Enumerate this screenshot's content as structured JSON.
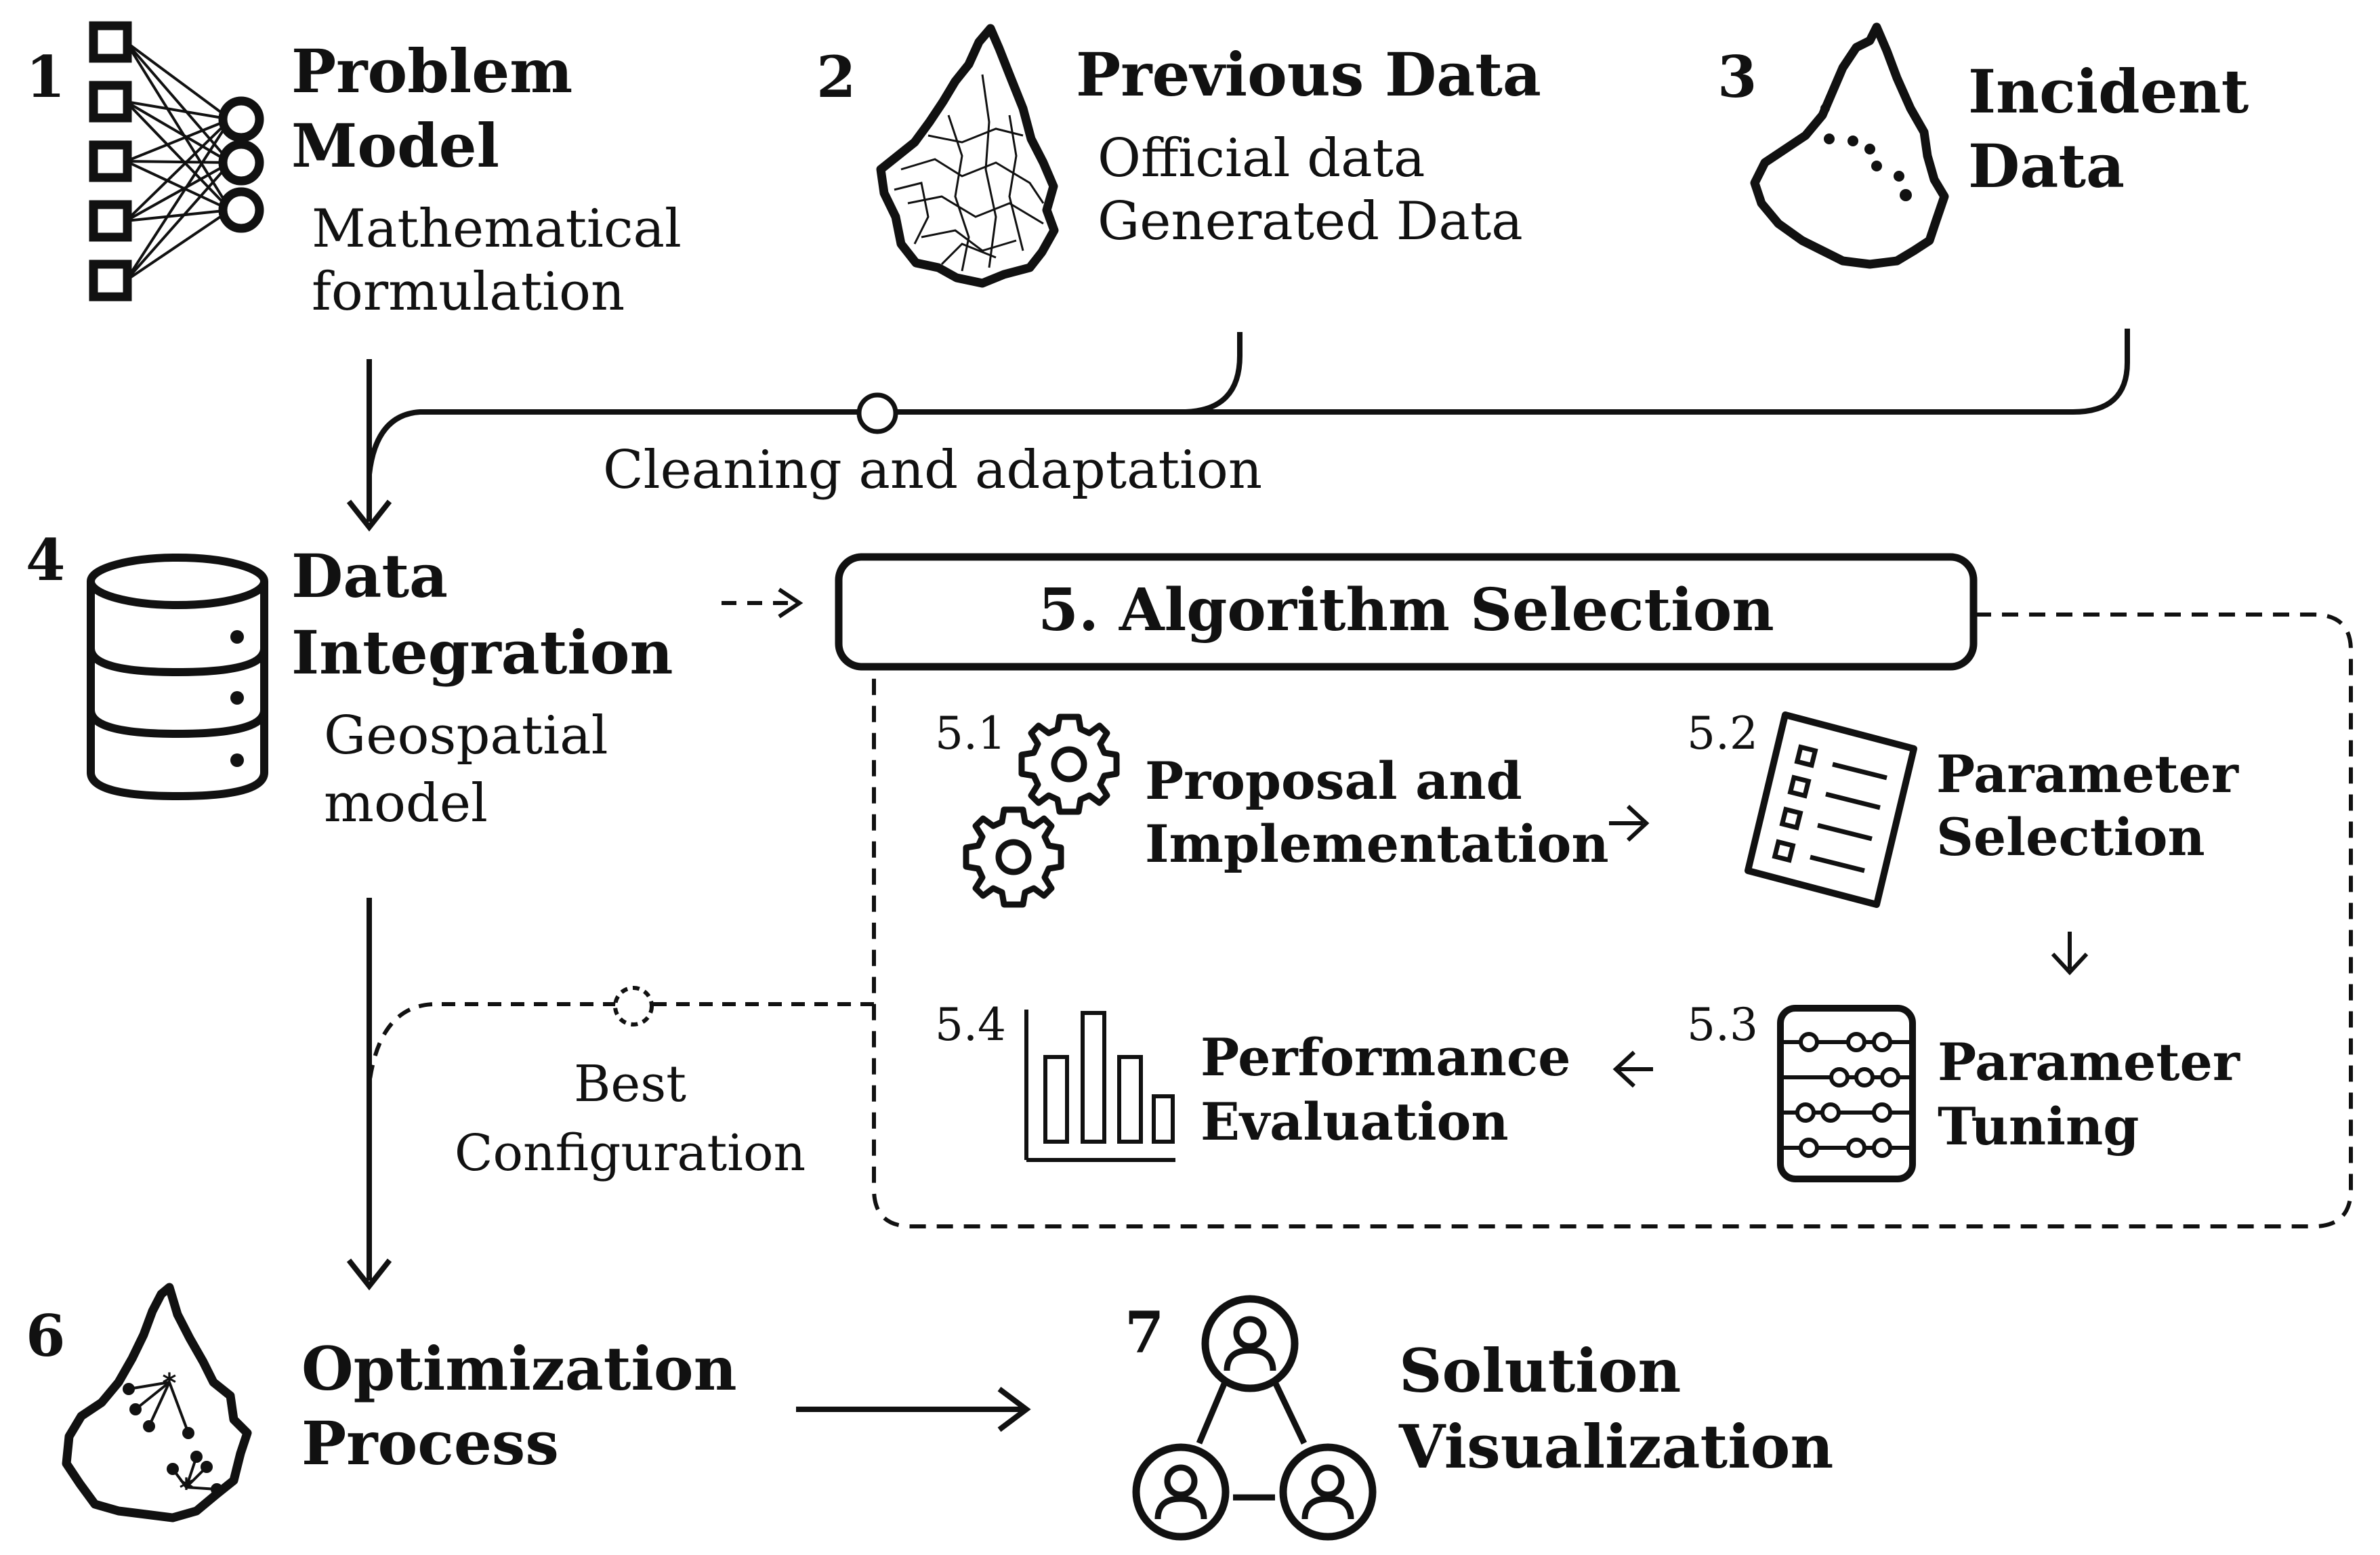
{
  "steps": {
    "s1": {
      "num": "1",
      "title_l1": "Problem",
      "title_l2": "Model",
      "sub_l1": "Mathematical",
      "sub_l2": "formulation"
    },
    "s2": {
      "num": "2",
      "title": "Previous Data",
      "sub_l1": "Official data",
      "sub_l2": "Generated Data"
    },
    "s3": {
      "num": "3",
      "title_l1": "Incident",
      "title_l2": "Data"
    },
    "s4": {
      "num": "4",
      "title_l1": "Data",
      "title_l2": "Integration",
      "sub_l1": "Geospatial",
      "sub_l2": "model"
    },
    "s5": {
      "title": "5. Algorithm Selection",
      "sub": [
        {
          "num": "5.1",
          "l1": "Proposal and",
          "l2": "Implementation"
        },
        {
          "num": "5.2",
          "l1": "Parameter",
          "l2": "Selection"
        },
        {
          "num": "5.3",
          "l1": "Parameter",
          "l2": "Tuning"
        },
        {
          "num": "5.4",
          "l1": "Performance",
          "l2": "Evaluation"
        }
      ]
    },
    "s6": {
      "num": "6",
      "title_l1": "Optimization",
      "title_l2": "Process"
    },
    "s7": {
      "num": "7",
      "title_l1": "Solution",
      "title_l2": "Visualization"
    }
  },
  "connectors": {
    "cleaning": "Cleaning and adaptation",
    "best_l1": "Best",
    "best_l2": "Configuration"
  },
  "icons": {
    "s1": "neural-network-icon",
    "s2": "city-map-with-roads-icon",
    "s3": "city-map-with-incidents-icon",
    "s4": "database-icon",
    "s51": "gears-icon",
    "s52": "checklist-icon",
    "s53": "sliders-icon",
    "s54": "bar-chart-icon",
    "s6": "city-map-with-routes-icon",
    "s7": "user-network-icon"
  },
  "colors": {
    "ink": "#111111",
    "background": "#ffffff"
  }
}
